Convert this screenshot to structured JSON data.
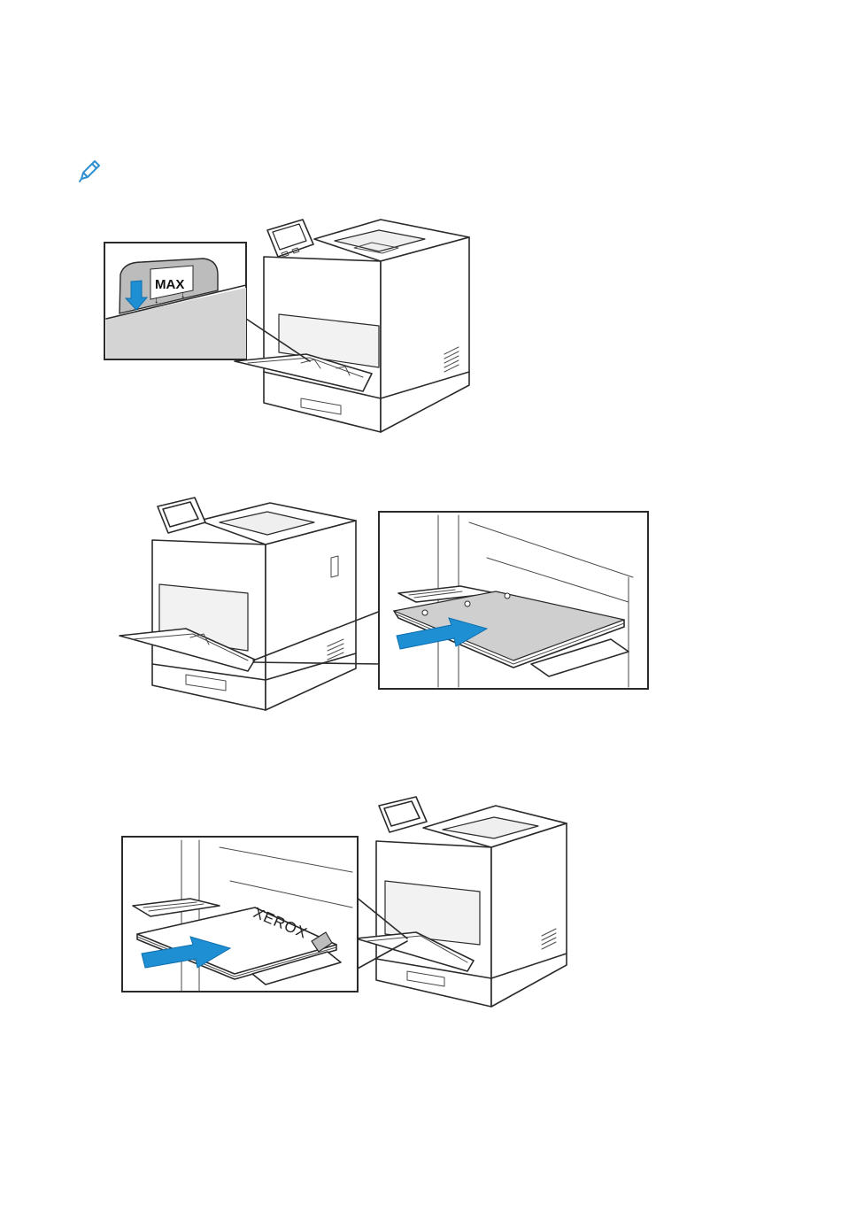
{
  "note": {
    "icon": "pencil-note-icon",
    "icon_color": "#2f8fd0"
  },
  "figures": [
    {
      "icon": "max-fill-line-detail",
      "labels": {
        "max_label": "MAX",
        "arrow_glyph": "↓"
      }
    },
    {
      "icon": "load-paper-bypass-tray"
    },
    {
      "icon": "insert-paper-bypass-tray",
      "labels": {
        "brand_label": "XEROX"
      }
    }
  ],
  "colors": {
    "accent_arrow": "#1f8fd4",
    "detail_gray": "#d4d4d4"
  }
}
